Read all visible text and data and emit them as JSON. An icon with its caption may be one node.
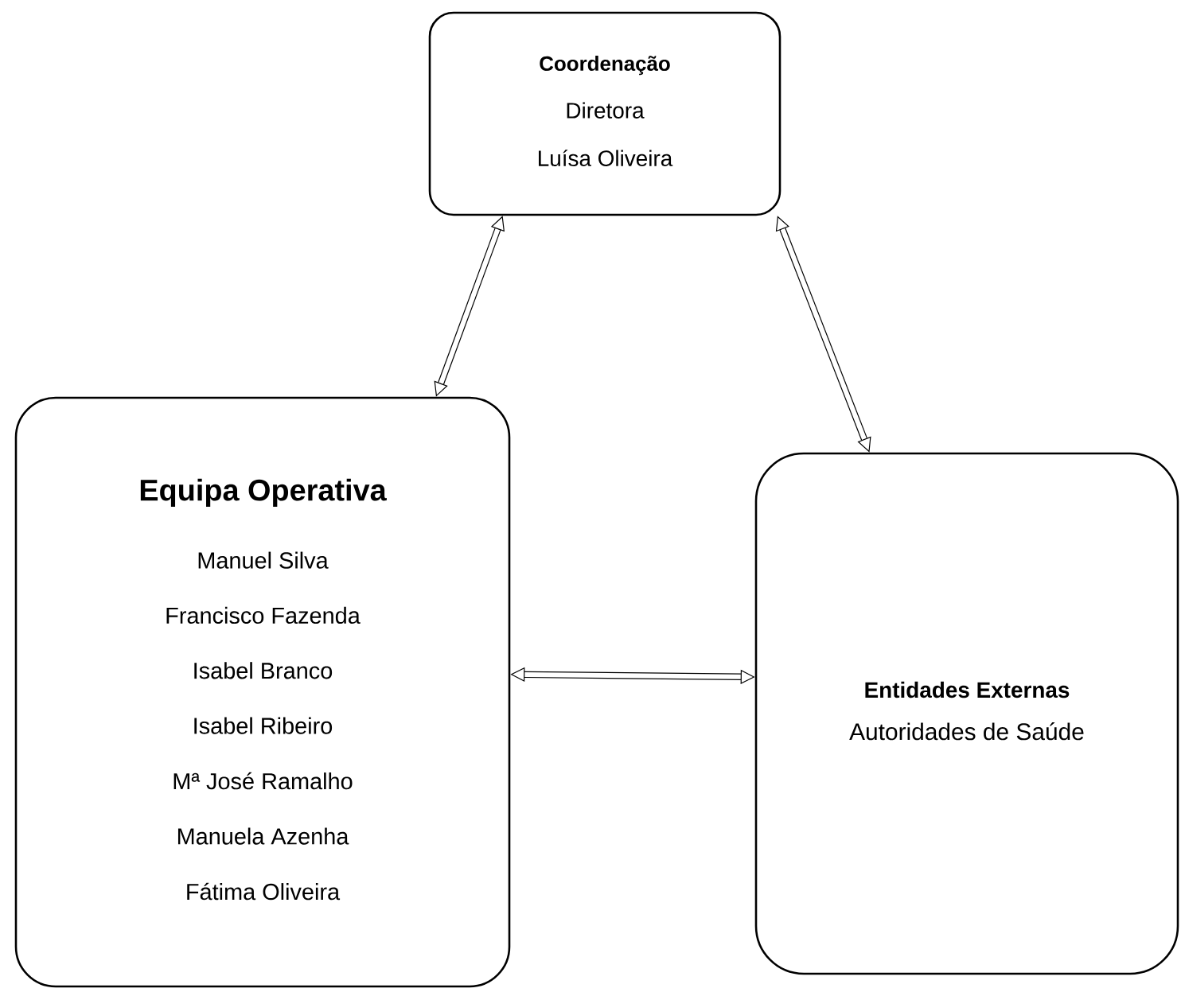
{
  "diagram": {
    "nodes": [
      {
        "text": [
          "Coordenação",
          "Diretora",
          "Luísa Oliveira"
        ]
      },
      {
        "text": [
          "Equipa Operativa",
          "Manuel Silva",
          "Francisco Fazenda",
          "Isabel Branco",
          "Isabel Ribeiro",
          "Mª José Ramalho",
          "Manuela Azenha",
          "Fátima Oliveira"
        ]
      },
      {
        "text": [
          "Entidades Externas",
          "Autoridades de Saúde"
        ]
      }
    ],
    "edges": [
      {
        "from": 0,
        "to": 1,
        "arrow": "both"
      },
      {
        "from": 0,
        "to": 2,
        "arrow": "both"
      },
      {
        "from": 1,
        "to": 2,
        "arrow": "both"
      }
    ]
  }
}
